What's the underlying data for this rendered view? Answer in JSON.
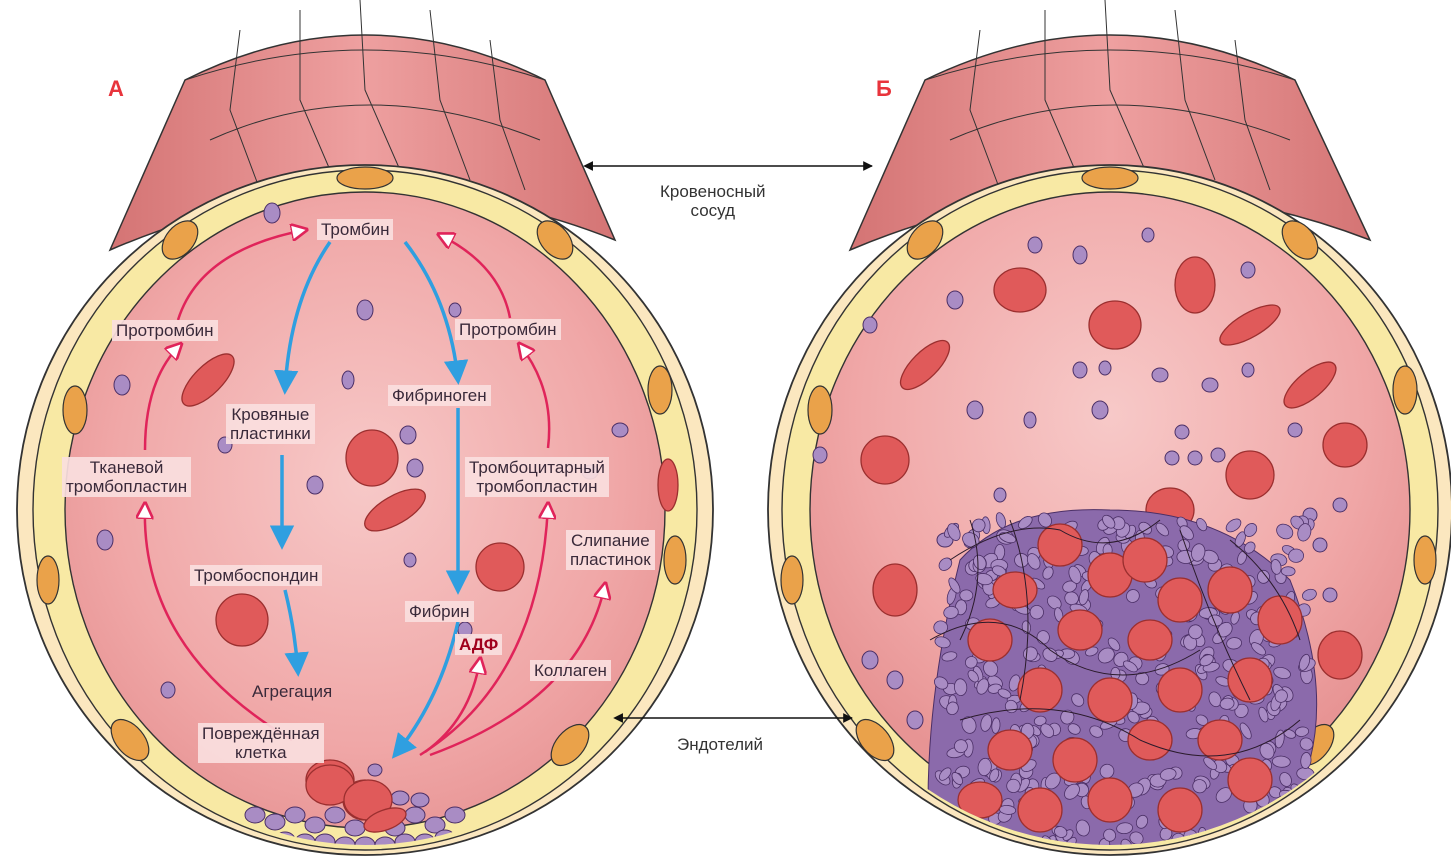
{
  "panels": {
    "a_letter": "А",
    "b_letter": "Б"
  },
  "annotations": {
    "vessel": "Кровеносный\nсосуд",
    "endothelium": "Эндотелий"
  },
  "labels": {
    "thrombin": "Тромбин",
    "prothrombin_left": "Протромбин",
    "prothrombin_right": "Протромбин",
    "platelets": "Кровяные\nпластинки",
    "fibrinogen": "Фибриноген",
    "tissue_thromboplastin": "Тканевой\nтромбопластин",
    "platelet_thromboplastin": "Тромбоцитарный\nтромбопластин",
    "thrombospondin": "Тромбоспондин",
    "fibrin": "Фибрин",
    "platelet_adhesion": "Слипание\nпластинок",
    "adp": "АДФ",
    "collagen": "Коллаген",
    "aggregation": "Агрегация",
    "damaged_cell": "Повреждённая\nклетка"
  },
  "colors": {
    "muscle": "#e58b8b",
    "muscle_dark": "#c96464",
    "endothelium": "#f9eca6",
    "nucleus": "#eaa24a",
    "lumen": "#f3b3b3",
    "rbc": "#e05a5a",
    "platelet": "#a98cc4",
    "pink_arrow": "#e0245a",
    "blue_arrow": "#2f9fe0",
    "letter": "#e8343c"
  }
}
